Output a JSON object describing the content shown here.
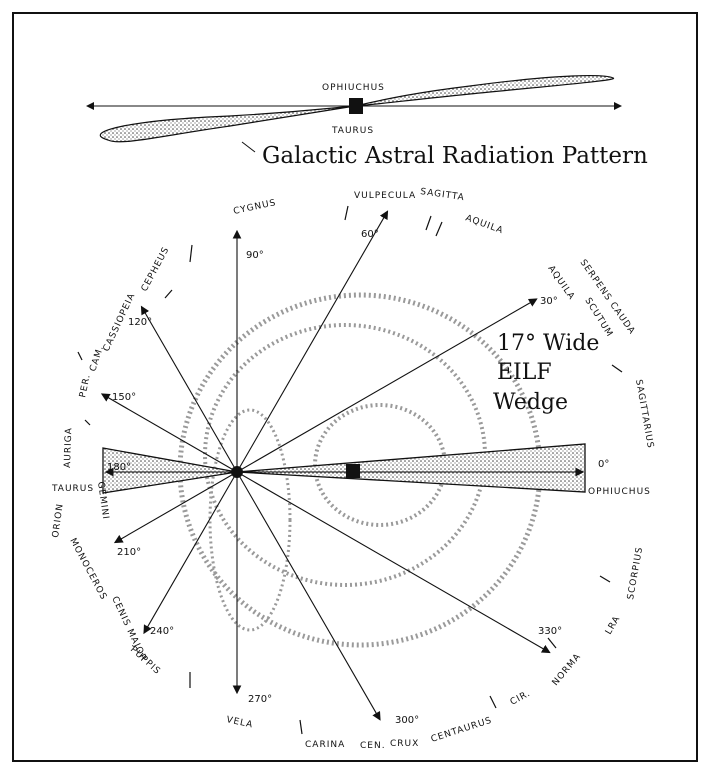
{
  "title": "Galactic Astral Radiation Pattern",
  "wedge_label": [
    "17° Wide",
    "EILF",
    "Wedge"
  ],
  "pattern_labels": {
    "top": "OPHIUCHUS",
    "bottom": "TAURUS"
  },
  "degree_labels": [
    "0°",
    "30°",
    "60°",
    "90°",
    "120°",
    "150°",
    "180°",
    "210°",
    "240°",
    "270°",
    "300°",
    "330°"
  ],
  "constellations": [
    "CYGNUS",
    "VULPECULA",
    "SAGITTA",
    "AQUILA",
    "CEPHEUS",
    "CASSIOPEIA",
    "PER.",
    "CAM.",
    "AURIGA",
    "TAURUS",
    "GEMINI",
    "ORION",
    "MONOCEROS",
    "CENIS MAJOR",
    "PUPPIS",
    "VELA",
    "CARINA",
    "CEN.",
    "CRUX",
    "CENTAURUS",
    "CIR.",
    "NORMA",
    "LRA",
    "SCORPIUS",
    "OPHIUCHUS",
    "SAGITTARIUS",
    "SERPENS CAUDA",
    "AQUILA",
    "SCUTUM"
  ],
  "colors": {
    "ink": "#111111",
    "paper": "#ffffff",
    "stipple": "#b5b5b5"
  }
}
